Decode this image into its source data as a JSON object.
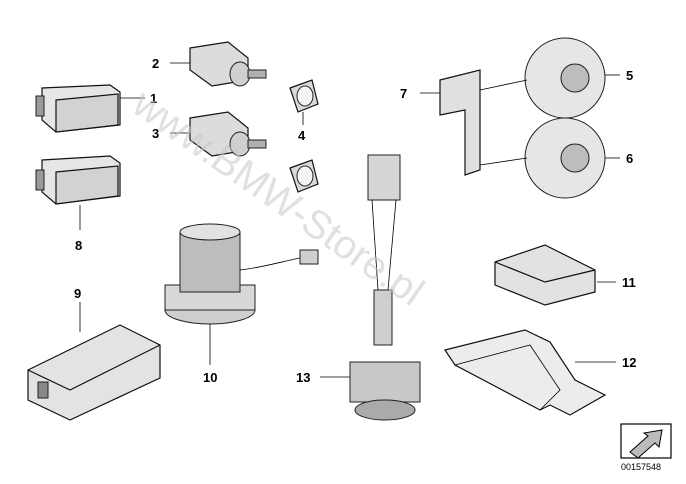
{
  "watermark": "www.BMW-Store.pl",
  "diagram_id": "00157548",
  "callouts": {
    "c1": "1",
    "c2": "2",
    "c3": "3",
    "c4": "4",
    "c5": "5",
    "c6": "6",
    "c7": "7",
    "c8": "8",
    "c9": "9",
    "c10": "10",
    "c11": "11",
    "c12": "12",
    "c13": "13"
  },
  "icons": {
    "corner": "arrow-corner-icon"
  },
  "colors": {
    "line": "#000000",
    "part_fill": "#e8e8e8",
    "watermark": "#c8c8c8"
  }
}
